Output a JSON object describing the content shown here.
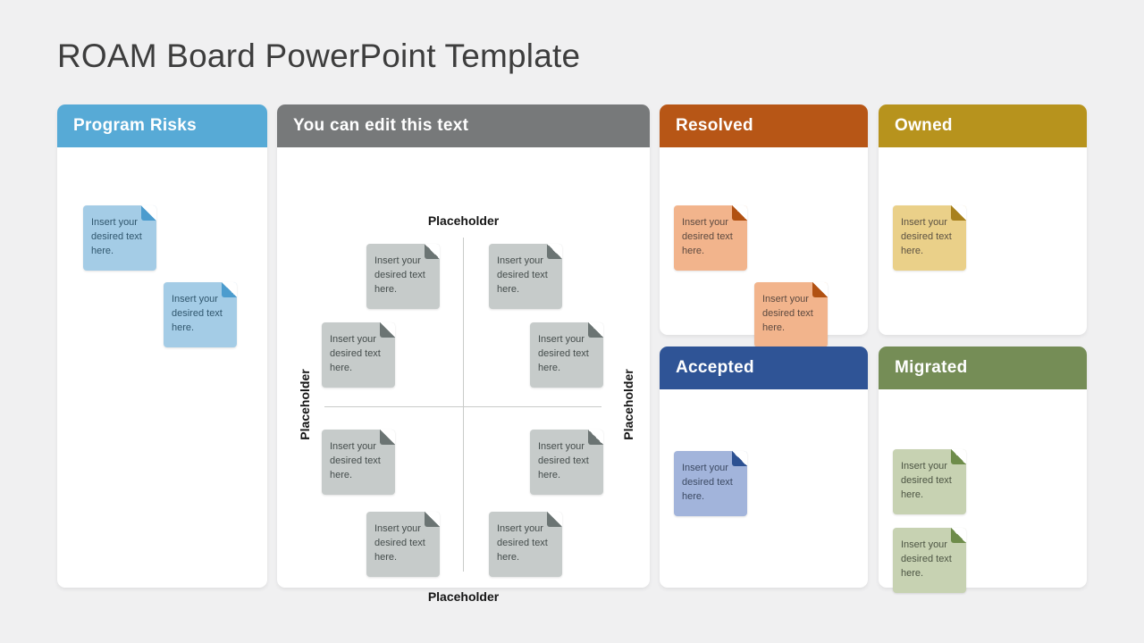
{
  "slide": {
    "title": "ROAM Board PowerPoint Template"
  },
  "note_text": "Insert your desired text here.",
  "panels": {
    "program_risks": {
      "label": "Program Risks",
      "header_color": "#57aad6",
      "note_color": "#a4cce6",
      "note_count": 2
    },
    "editable": {
      "label": "You can edit this text",
      "header_color": "#77797a",
      "note_color": "#c6cbca",
      "note_count": 8,
      "axis": {
        "top": "Placeholder",
        "bottom": "Placeholder",
        "left": "Placeholder",
        "right": "Placeholder"
      }
    },
    "resolved": {
      "label": "Resolved",
      "header_color": "#b75616",
      "note_color": "#f2b48c",
      "note_count": 2
    },
    "owned": {
      "label": "Owned",
      "header_color": "#b7931d",
      "note_color": "#ead089",
      "note_count": 1
    },
    "accepted": {
      "label": "Accepted",
      "header_color": "#2f5496",
      "note_color": "#a2b4db",
      "note_count": 1
    },
    "migrated": {
      "label": "Migrated",
      "header_color": "#758d56",
      "note_color": "#c7d2b2",
      "note_count": 2
    }
  },
  "colors": {
    "page_background": "#f0f0f1",
    "card_background": "#ffffff",
    "title_text": "#3d3d3d",
    "axis_line": "#c9cbc9"
  }
}
